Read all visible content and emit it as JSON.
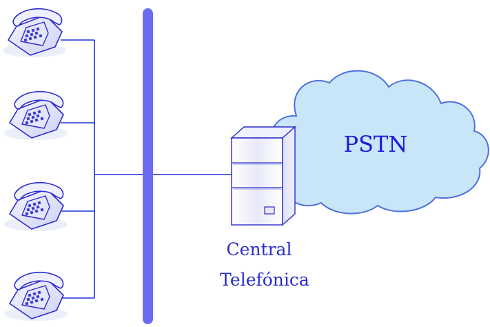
{
  "cloud": {
    "label": "PSTN",
    "fill": "#c8e6f8",
    "stroke": "#4f6fe0"
  },
  "server": {
    "label_line1": "Central",
    "label_line2": "Telefónica"
  },
  "colors": {
    "line": "#1f2fd8",
    "bus": "#6b6bf0",
    "text": "#2a2ad0"
  },
  "phones": [
    {
      "icon": "telephone-icon"
    },
    {
      "icon": "telephone-icon"
    },
    {
      "icon": "telephone-icon"
    },
    {
      "icon": "telephone-icon"
    }
  ]
}
